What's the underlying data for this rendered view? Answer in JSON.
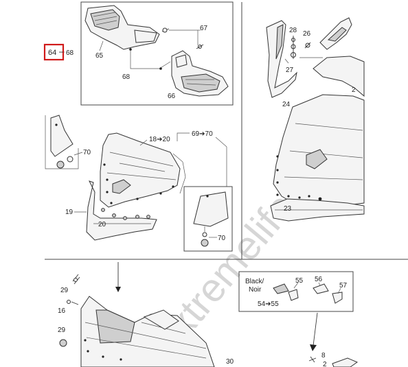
{
  "watermark": "extremelife",
  "page_number": "30",
  "callouts": {
    "c64": "64",
    "c68a": "68",
    "c65": "65",
    "c67": "67",
    "c68b": "68",
    "c66": "66",
    "c28": "28",
    "c26": "26",
    "c27": "27",
    "c24": "24",
    "c23": "23",
    "c18_20": "18➔20",
    "c69_70": "69➔70",
    "c70a": "70",
    "c70b": "70",
    "c19": "19",
    "c20": "20",
    "c29a": "29",
    "c16": "16",
    "c29b": "29",
    "c_black": "Black/",
    "c_noir": "Noir",
    "c55": "55",
    "c56": "56",
    "c57": "57",
    "c54_55": "54➔55",
    "c8": "8",
    "c2": "2"
  },
  "colors": {
    "highlight": "#d01a1a",
    "watermark": "#d6d6d6"
  }
}
